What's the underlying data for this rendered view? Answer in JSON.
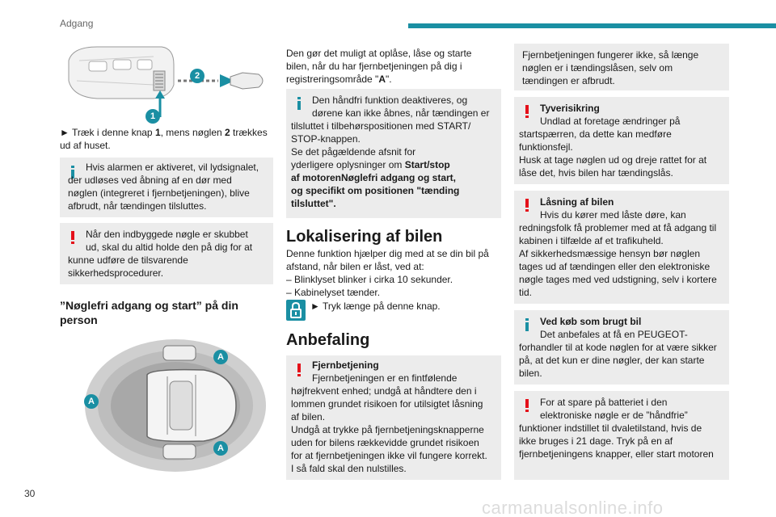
{
  "header": {
    "section": "Adgang"
  },
  "page_number": "30",
  "watermark": "carmanualsonline.info",
  "col1": {
    "key_figure": {
      "label1": "1",
      "label2": "2"
    },
    "step_text_a": "► Træk i denne knap ",
    "step_text_b": "1",
    "step_text_c": ", mens nøglen ",
    "step_text_d": "2",
    "step_text_e": " trækkes ud af huset.",
    "info1_lines": [
      "Hvis alarmen er aktiveret, vil lydsignalet,",
      "der udløses ved åbning af en dør med",
      "nøglen (integreret i fjernbetjeningen), blive",
      "afbrudt, når tændingen tilsluttes."
    ],
    "warn1_lines": [
      "Når den indbyggede nøgle er skubbet",
      "ud, skal du altid holde den på dig for at",
      "kunne udføre de tilsvarende",
      "sikkerhedsprocedurer."
    ],
    "subheading_lines": [
      "”Nøglefri adgang og start” på din",
      "person"
    ],
    "car_figure": {
      "label_a": "A"
    }
  },
  "col2": {
    "intro_lines": [
      "Den gør det muligt at oplåse, låse og starte",
      "bilen, når du har fjernbetjeningen på dig i"
    ],
    "intro_last_a": "registreringsområde \"",
    "intro_last_b": "A",
    "intro_last_c": "\".",
    "info_lines": [
      "Den håndfri funktion deaktiveres, og",
      "dørene kan ikke åbnes, når tændingen er",
      "tilsluttet i tilbehørspositionen med START/",
      "STOP-knappen.",
      "Se det pågældende afsnit for",
      "yderligere oplysninger om "
    ],
    "info_bold": [
      "Start/stop",
      "af motorenNøglefri adgang og start,",
      "og specifikt om positionen \"tænding",
      "tilsluttet\"."
    ],
    "heading1": "Lokalisering af bilen",
    "loc_lines": [
      "Denne funktion hjælper dig med at se din bil på",
      "afstand, når bilen er låst, ved at:",
      "–  Blinklyset blinker i cirka 10 sekunder.",
      "–  Kabinelyset tænder."
    ],
    "lock_step": "► Tryk længe på denne knap.",
    "heading2": "Anbefaling",
    "rec_title": "Fjernbetjening",
    "rec_lines": [
      "Fjernbetjeningen er en fintfølende",
      "højfrekvent enhed; undgå at håndtere den i",
      "lommen grundet risikoen for utilsigtet låsning",
      "af bilen.",
      "Undgå at trykke på fjernbetjeningsknapperne",
      "uden for bilens rækkevidde grundet risikoen",
      "for at fjernbetjeningen ikke vil fungere korrekt.",
      "I så fald skal den nulstilles."
    ]
  },
  "col3": {
    "box1_lines": [
      "Fjernbetjeningen fungerer ikke, så længe",
      "nøglen er i tændingslåsen, selv om",
      "tændingen er afbrudt."
    ],
    "theft_title": "Tyverisikring",
    "theft_lines": [
      "Undlad at foretage ændringer på",
      "startspærren, da dette kan medføre",
      "funktionsfejl.",
      "Husk at tage nøglen ud og dreje rattet for at",
      "låse det, hvis bilen har tændingslås."
    ],
    "lock_title": "Låsning af bilen",
    "lock_lines": [
      "Hvis du kører med låste døre, kan",
      "redningsfolk få problemer med at få adgang til",
      "kabinen i tilfælde af et trafikuheld.",
      "Af sikkerhedsmæssige hensyn bør nøglen",
      "tages ud af tændingen eller den elektroniske",
      "nøgle tages med ved udstigning, selv i kortere",
      "tid."
    ],
    "used_title": "Ved køb som brugt bil",
    "used_lines": [
      "Det anbefales at få en PEUGEOT-",
      "forhandler til at kode nøglen for at være sikker",
      "på, at det kun er dine nøgler, der kan starte",
      "bilen."
    ],
    "battery_lines": [
      "For at spare på batteriet i den",
      "elektroniske nøgle er de ”håndfrie”",
      "funktioner indstillet til dvaletilstand, hvis de",
      "ikke bruges i 21 dage. Tryk på en af",
      "fjernbetjeningens knapper, eller start motoren"
    ]
  },
  "colors": {
    "accent": "#1a8fa3",
    "warning": "#e4101a",
    "box_bg": "#ececec"
  }
}
